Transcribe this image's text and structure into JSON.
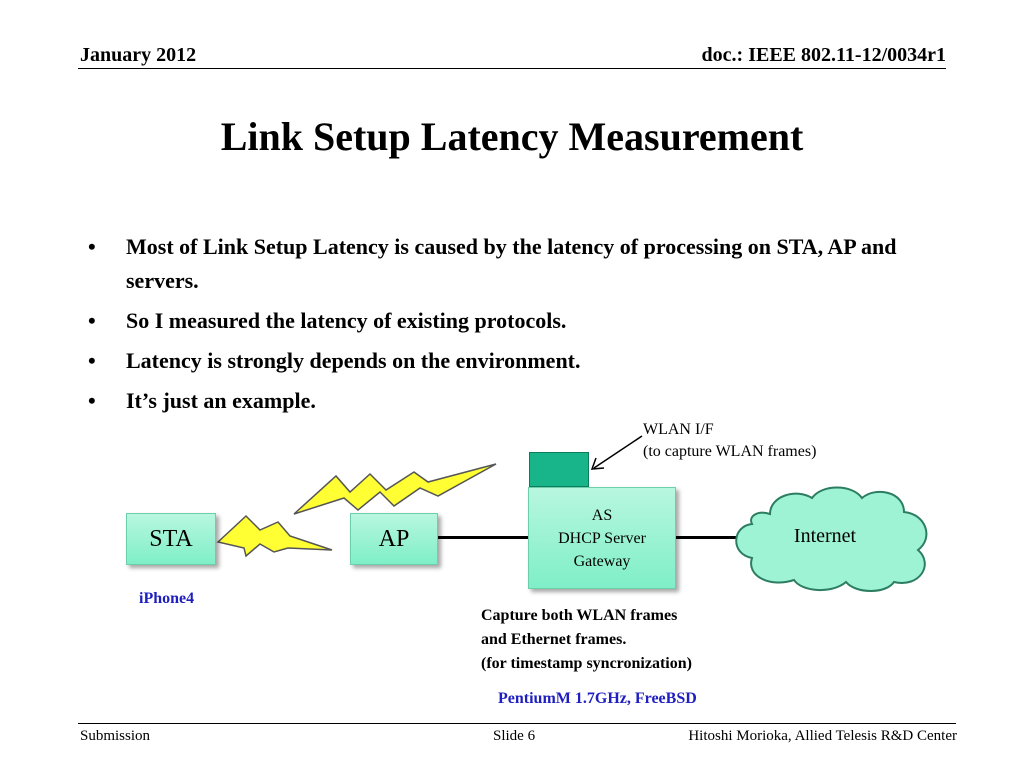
{
  "header": {
    "date": "January 2012",
    "doc": "doc.: IEEE 802.11-12/0034r1"
  },
  "title": "Link Setup Latency Measurement",
  "bullets": [
    "Most of Link Setup Latency is caused by the latency of processing on STA, AP and servers.",
    "So I measured the latency of existing protocols.",
    "Latency is strongly depends on the environment.",
    "It’s just an example."
  ],
  "bullet_symbol": "•",
  "diagram": {
    "sta": "STA",
    "ap": "AP",
    "as_lines": [
      "AS",
      "DHCP Server",
      "Gateway"
    ],
    "internet": "Internet",
    "wlan_if_lines": [
      "WLAN I/F",
      "(to capture WLAN frames)"
    ],
    "sta_device": "iPhone4",
    "capture_lines": [
      "Capture both WLAN frames",
      "and Ethernet frames.",
      "(for timestamp syncronization)"
    ],
    "server_hw": "PentiumM 1.7GHz, FreeBSD",
    "colors": {
      "node_fill": "#9ff3d5",
      "wlan_box": "#19b58a",
      "bolt_fill": "#ffff33",
      "highlight_text": "#1f1fbf"
    }
  },
  "footer": {
    "left": "Submission",
    "center": "Slide 6",
    "right": "Hitoshi Morioka, Allied Telesis R&D Center"
  }
}
